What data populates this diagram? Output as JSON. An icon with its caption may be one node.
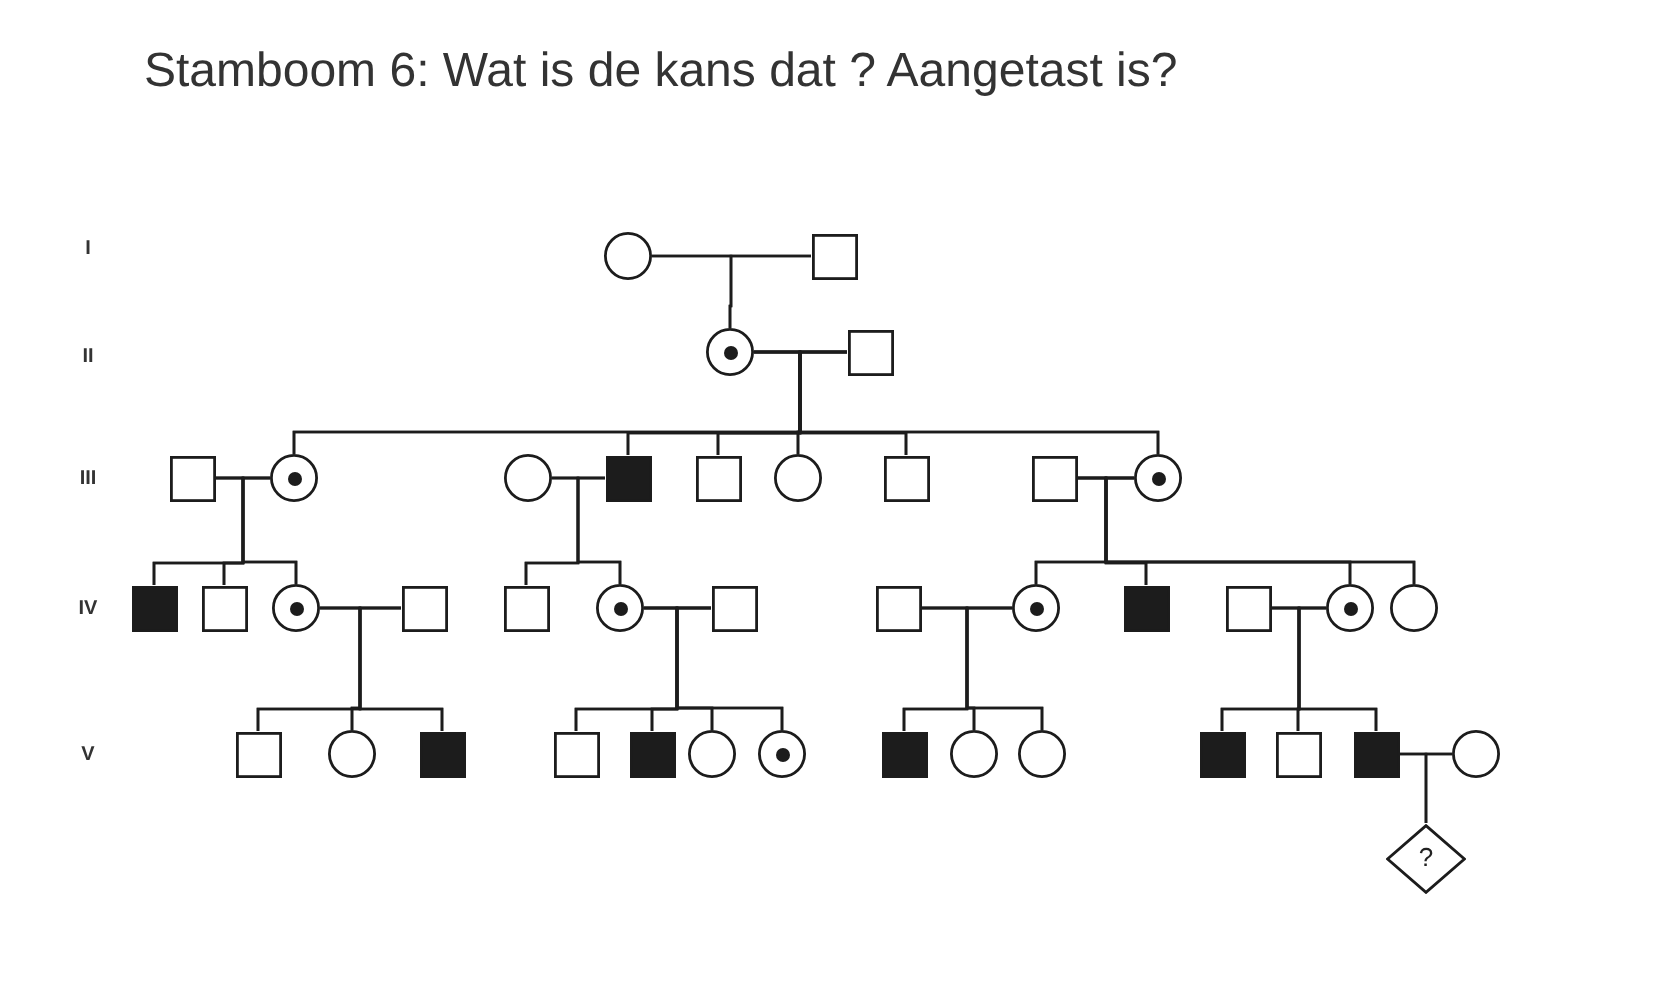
{
  "diagram": {
    "title": "Stamboom 6: Wat is de kans dat ? Aangetast is?",
    "nodes": [
      {
        "text": [],
        "shape": "circle"
      },
      {
        "text": [],
        "shape": "box"
      },
      {
        "text": [],
        "shape": "circle"
      },
      {
        "text": [],
        "shape": "box"
      },
      {
        "text": [],
        "shape": "box"
      },
      {
        "text": [],
        "shape": "circle"
      },
      {
        "text": [],
        "shape": "circle"
      },
      {
        "text": [],
        "shape": "box"
      },
      {
        "text": [],
        "shape": "box"
      },
      {
        "text": [],
        "shape": "circle"
      },
      {
        "text": [],
        "shape": "box"
      },
      {
        "text": [],
        "shape": "box"
      },
      {
        "text": [],
        "shape": "circle"
      },
      {
        "text": [],
        "shape": "box"
      },
      {
        "text": [],
        "shape": "box"
      },
      {
        "text": [],
        "shape": "circle"
      },
      {
        "text": [],
        "shape": "box"
      },
      {
        "text": [],
        "shape": "box"
      },
      {
        "text": [],
        "shape": "circle"
      },
      {
        "text": [],
        "shape": "box"
      },
      {
        "text": [],
        "shape": "box"
      },
      {
        "text": [],
        "shape": "circle"
      },
      {
        "text": [],
        "shape": "box"
      },
      {
        "text": [],
        "shape": "box"
      },
      {
        "text": [],
        "shape": "circle"
      },
      {
        "text": [],
        "shape": "circle"
      },
      {
        "text": [],
        "shape": "box"
      },
      {
        "text": [],
        "shape": "circle"
      },
      {
        "text": [],
        "shape": "box"
      },
      {
        "text": [],
        "shape": "box"
      },
      {
        "text": [],
        "shape": "box"
      },
      {
        "text": [],
        "shape": "circle"
      },
      {
        "text": [],
        "shape": "circle"
      },
      {
        "text": [],
        "shape": "box"
      },
      {
        "text": [],
        "shape": "circle"
      },
      {
        "text": [],
        "shape": "circle"
      },
      {
        "text": [],
        "shape": "box"
      },
      {
        "text": [],
        "shape": "box"
      },
      {
        "text": [],
        "shape": "box"
      },
      {
        "text": [],
        "shape": "circle"
      },
      {
        "text": [
          "?"
        ]
      }
    ],
    "edges": [
      {
        "from": 0,
        "to": 1,
        "arrow": "none"
      },
      {
        "from": 0,
        "to": 2,
        "arrow": "none"
      },
      {
        "from": 1,
        "to": 2,
        "arrow": "none"
      },
      {
        "from": 2,
        "to": 3,
        "arrow": "none"
      },
      {
        "from": 2,
        "to": 5,
        "arrow": "none"
      },
      {
        "from": 2,
        "to": 7,
        "arrow": "none"
      },
      {
        "from": 2,
        "to": 8,
        "arrow": "none"
      },
      {
        "from": 2,
        "to": 9,
        "arrow": "none"
      },
      {
        "from": 2,
        "to": 10,
        "arrow": "none"
      },
      {
        "from": 2,
        "to": 12,
        "arrow": "none"
      },
      {
        "from": 3,
        "to": 5,
        "arrow": "none"
      },
      {
        "from": 3,
        "to": 7,
        "arrow": "none"
      },
      {
        "from": 3,
        "to": 8,
        "arrow": "none"
      },
      {
        "from": 3,
        "to": 9,
        "arrow": "none"
      },
      {
        "from": 3,
        "to": 10,
        "arrow": "none"
      },
      {
        "from": 3,
        "to": 12,
        "arrow": "none"
      },
      {
        "from": 4,
        "to": 5,
        "arrow": "none"
      },
      {
        "from": 4,
        "to": 13,
        "arrow": "none"
      },
      {
        "from": 4,
        "to": 14,
        "arrow": "none"
      },
      {
        "from": 4,
        "to": 15,
        "arrow": "none"
      },
      {
        "from": 5,
        "to": 13,
        "arrow": "none"
      },
      {
        "from": 5,
        "to": 14,
        "arrow": "none"
      },
      {
        "from": 5,
        "to": 15,
        "arrow": "none"
      },
      {
        "from": 6,
        "to": 7,
        "arrow": "none"
      },
      {
        "from": 6,
        "to": 17,
        "arrow": "none"
      },
      {
        "from": 6,
        "to": 18,
        "arrow": "none"
      },
      {
        "from": 7,
        "to": 17,
        "arrow": "none"
      },
      {
        "from": 7,
        "to": 18,
        "arrow": "none"
      },
      {
        "from": 11,
        "to": 12,
        "arrow": "none"
      },
      {
        "from": 11,
        "to": 21,
        "arrow": "none"
      },
      {
        "from": 11,
        "to": 22,
        "arrow": "none"
      },
      {
        "from": 11,
        "to": 24,
        "arrow": "none"
      },
      {
        "from": 11,
        "to": 25,
        "arrow": "none"
      },
      {
        "from": 12,
        "to": 21,
        "arrow": "none"
      },
      {
        "from": 12,
        "to": 22,
        "arrow": "none"
      },
      {
        "from": 12,
        "to": 24,
        "arrow": "none"
      },
      {
        "from": 12,
        "to": 25,
        "arrow": "none"
      },
      {
        "from": 15,
        "to": 16,
        "arrow": "none"
      },
      {
        "from": 15,
        "to": 26,
        "arrow": "none"
      },
      {
        "from": 15,
        "to": 27,
        "arrow": "none"
      },
      {
        "from": 15,
        "to": 28,
        "arrow": "none"
      },
      {
        "from": 16,
        "to": 26,
        "arrow": "none"
      },
      {
        "from": 16,
        "to": 27,
        "arrow": "none"
      },
      {
        "from": 16,
        "to": 28,
        "arrow": "none"
      },
      {
        "from": 18,
        "to": 19,
        "arrow": "none"
      },
      {
        "from": 18,
        "to": 29,
        "arrow": "none"
      },
      {
        "from": 18,
        "to": 30,
        "arrow": "none"
      },
      {
        "from": 18,
        "to": 31,
        "arrow": "none"
      },
      {
        "from": 18,
        "to": 32,
        "arrow": "none"
      },
      {
        "from": 19,
        "to": 29,
        "arrow": "none"
      },
      {
        "from": 19,
        "to": 30,
        "arrow": "none"
      },
      {
        "from": 19,
        "to": 31,
        "arrow": "none"
      },
      {
        "from": 19,
        "to": 32,
        "arrow": "none"
      },
      {
        "from": 20,
        "to": 21,
        "arrow": "none"
      },
      {
        "from": 20,
        "to": 33,
        "arrow": "none"
      },
      {
        "from": 20,
        "to": 34,
        "arrow": "none"
      },
      {
        "from": 20,
        "to": 35,
        "arrow": "none"
      },
      {
        "from": 21,
        "to": 33,
        "arrow": "none"
      },
      {
        "from": 21,
        "to": 34,
        "arrow": "none"
      },
      {
        "from": 21,
        "to": 35,
        "arrow": "none"
      },
      {
        "from": 23,
        "to": 24,
        "arrow": "none"
      },
      {
        "from": 23,
        "to": 36,
        "arrow": "none"
      },
      {
        "from": 23,
        "to": 37,
        "arrow": "none"
      },
      {
        "from": 23,
        "to": 38,
        "arrow": "none"
      },
      {
        "from": 24,
        "to": 36,
        "arrow": "none"
      },
      {
        "from": 24,
        "to": 37,
        "arrow": "none"
      },
      {
        "from": 24,
        "to": 38,
        "arrow": "none"
      },
      {
        "from": 38,
        "to": 39,
        "arrow": "none"
      },
      {
        "from": 38,
        "to": 40,
        "arrow": "none"
      },
      {
        "from": 39,
        "to": 40,
        "arrow": "none"
      }
    ],
    "labels": [
      "I",
      "II",
      "III",
      "IV",
      "V"
    ]
  }
}
